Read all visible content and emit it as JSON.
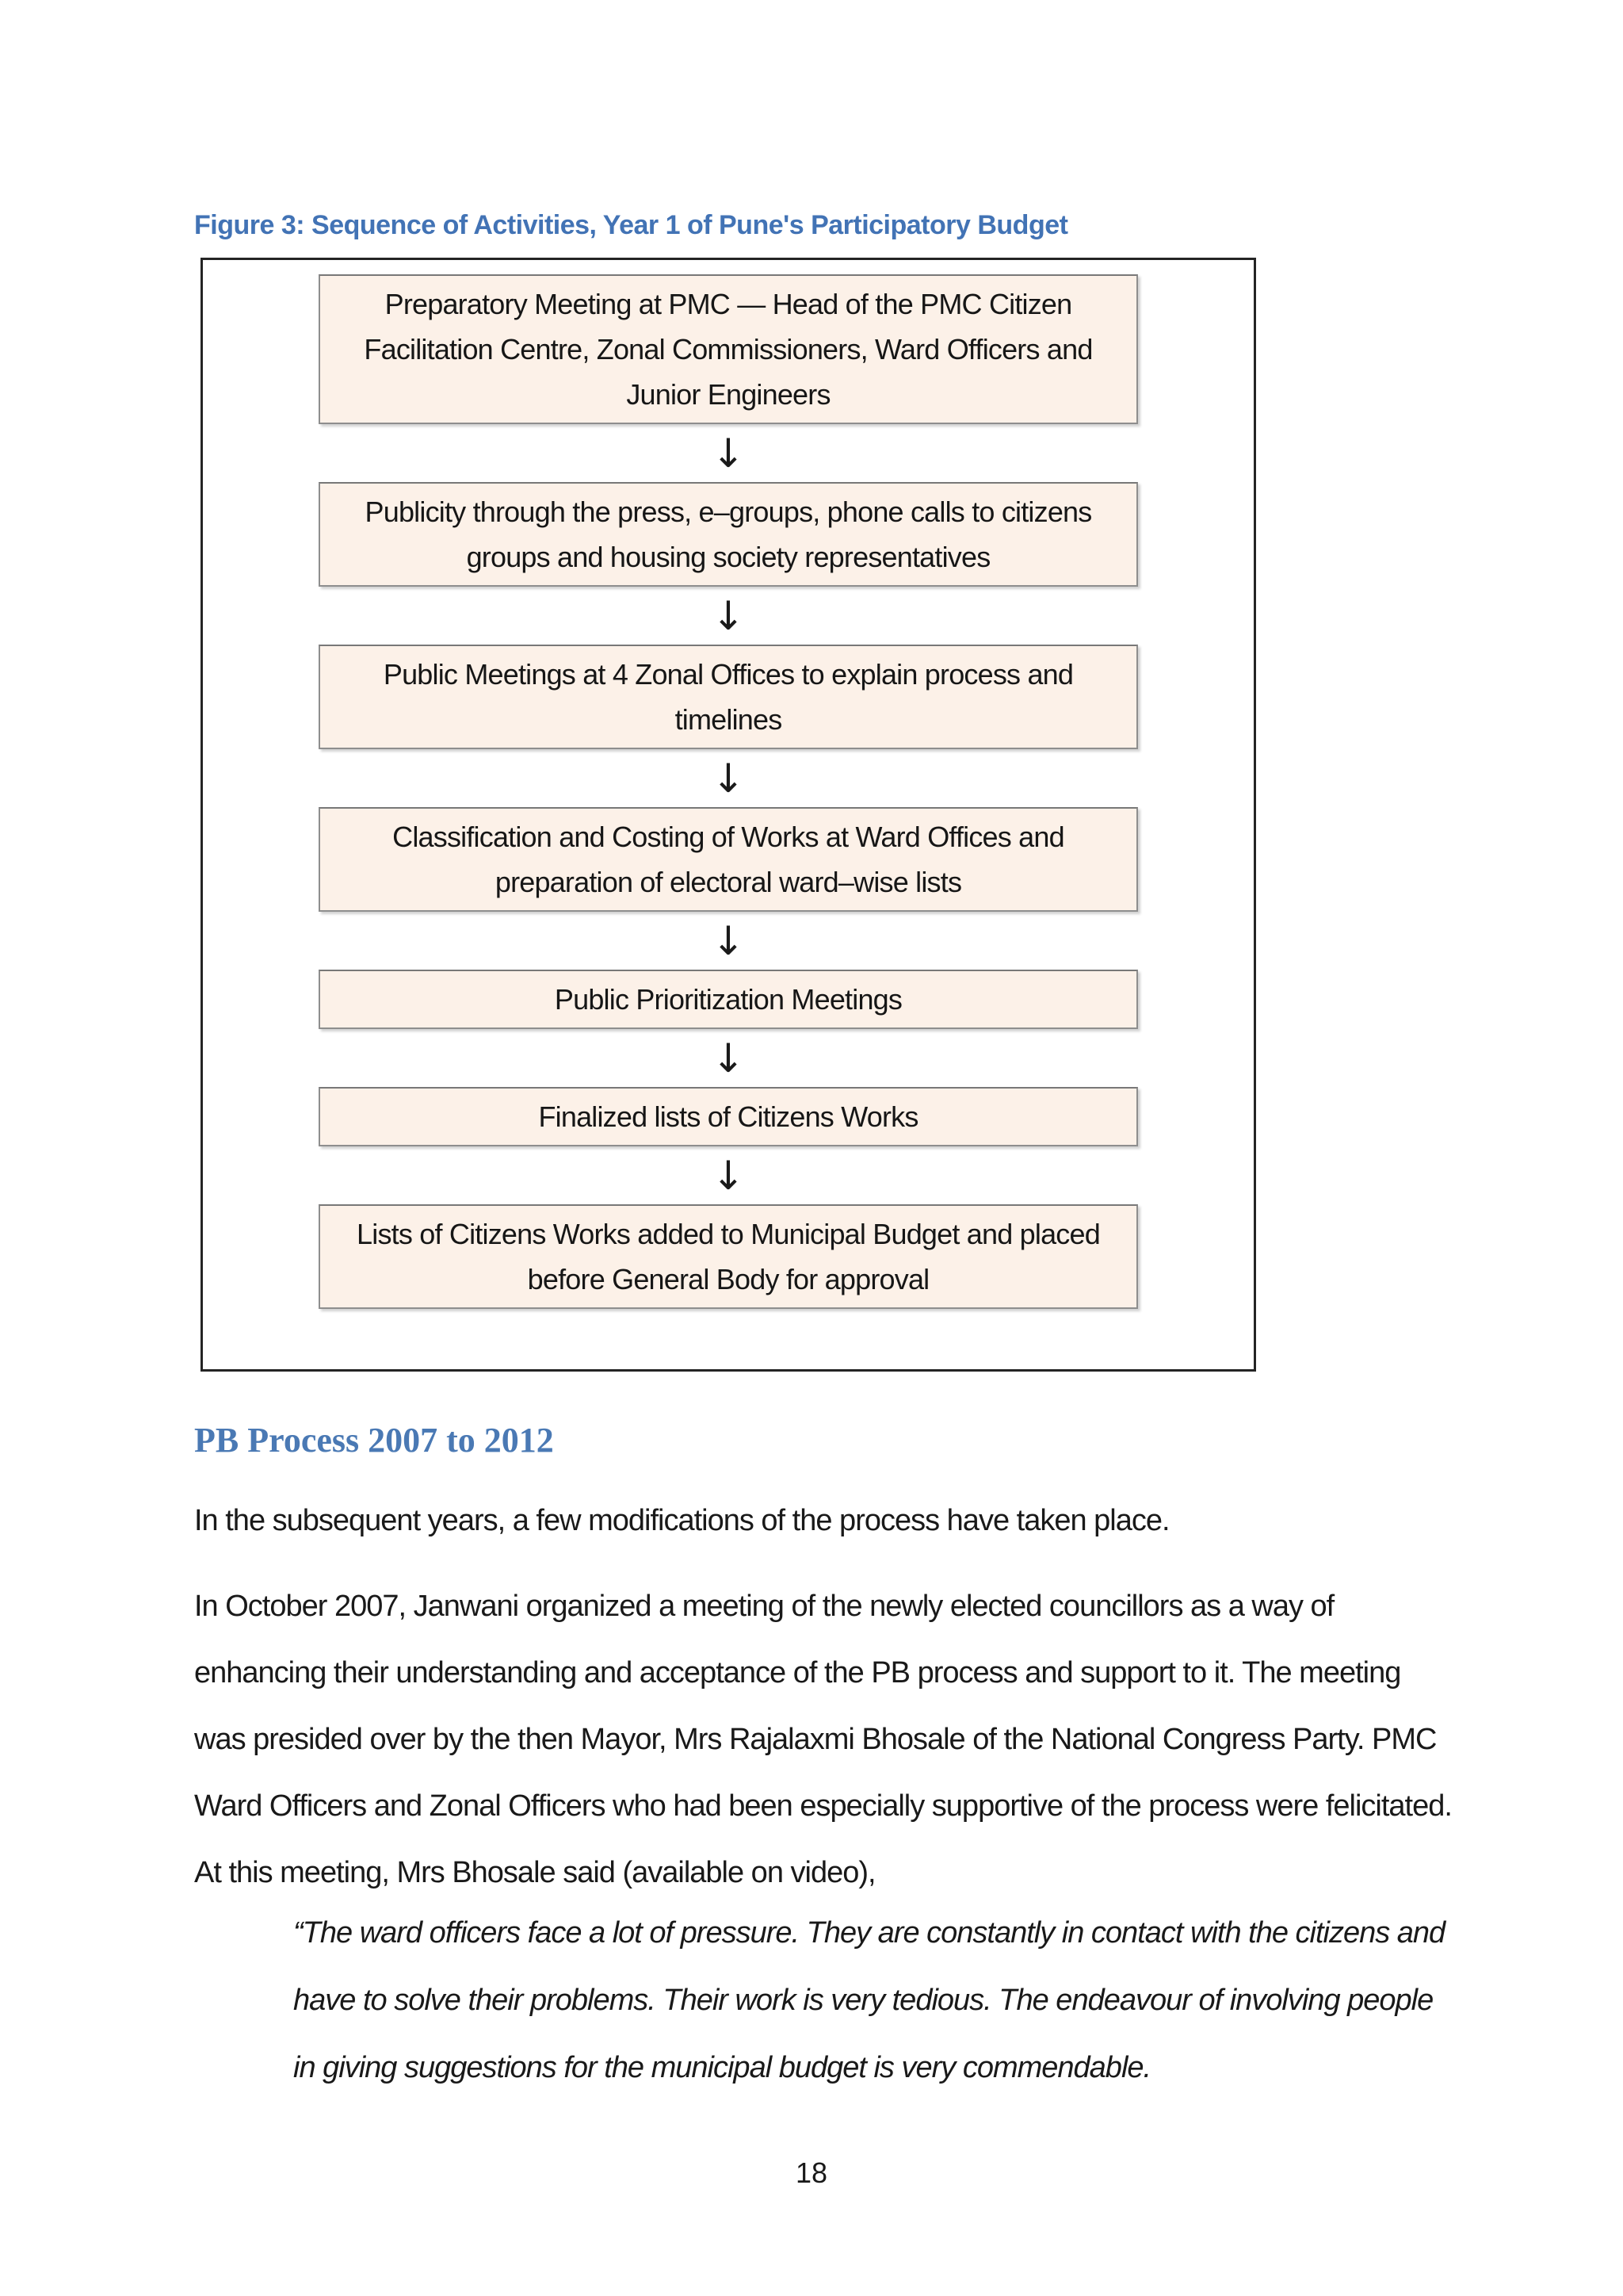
{
  "figure": {
    "title": "Figure 3: Sequence of Activities, Year 1 of Pune's Participatory Budget",
    "arrow_glyph": "↓",
    "steps": [
      "Preparatory Meeting at PMC — Head of the PMC Citizen Facilitation Centre, Zonal Commissioners, Ward Officers and Junior Engineers",
      "Publicity through the press, e–groups, phone calls to citizens groups and housing society representatives",
      "Public Meetings at 4 Zonal Offices to explain process and timelines",
      "Classification and Costing of Works at Ward Offices and preparation of electoral ward–wise lists",
      "Public Prioritization Meetings",
      "Finalized lists of Citizens Works",
      "Lists of Citizens Works added to Municipal Budget and placed before General Body for approval"
    ]
  },
  "section": {
    "heading": "PB Process 2007 to 2012",
    "para1": "In the subsequent years, a few modifications of the process have taken place.",
    "para2": "In October 2007, Janwani organized a meeting of the newly elected councillors as a way of enhancing their understanding and acceptance of the PB process and support to it. The meeting was presided over by the then Mayor, Mrs Rajalaxmi Bhosale of the National Congress Party. PMC Ward Officers and Zonal Officers who had been especially supportive of the process were felicitated. At this meeting, Mrs Bhosale said (available on video),",
    "quote": "“The ward officers face a lot of pressure. They are constantly in contact with the citizens and have to solve their problems. Their work is very tedious. The endeavour of involving people in giving suggestions for the municipal budget is very commendable."
  },
  "footer": {
    "page_number": "18"
  },
  "colors": {
    "figure_title_blue": "#4273b5",
    "section_heading_blue": "#4a79b4",
    "flow_box_fill": "#fcf1e8",
    "flow_box_border": "#8e8e8e",
    "figure_frame_border": "#242424",
    "body_text": "#191919"
  }
}
